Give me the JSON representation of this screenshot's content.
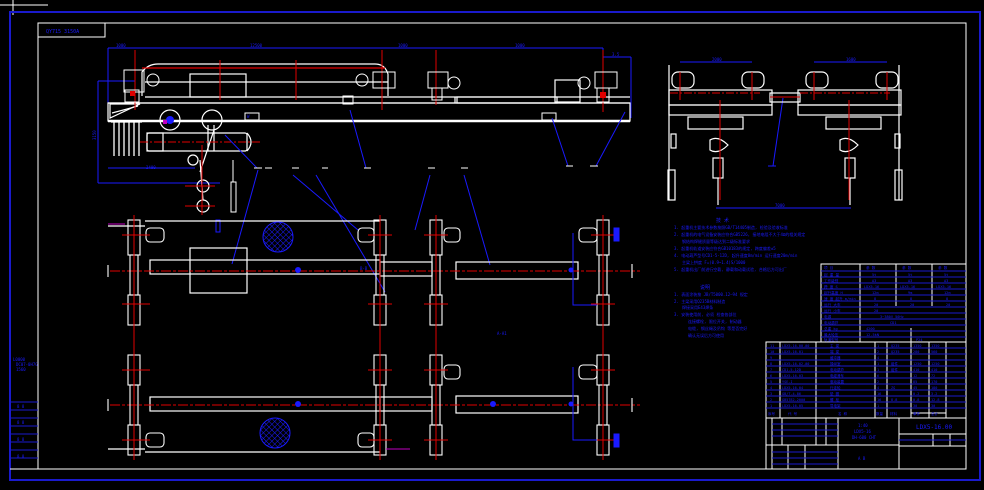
{
  "drawing": {
    "title_tag": "QY715 3150A",
    "drawing_number": "LDX5-16.00",
    "scale_block": [
      "1:40",
      "LDX5-16",
      "DH-600 CHT"
    ],
    "sheet_label": "A    B",
    "left_margin_note": [
      "L0000",
      "DC07-0H7G",
      "1560"
    ],
    "left_margin_rows": [
      "8   8",
      "8   8",
      "8   8",
      "8   8"
    ]
  },
  "dimensions": {
    "elevation_top": [
      "1000",
      "12500",
      "1000",
      "1000",
      "3.5"
    ],
    "elevation_left_vertical": "3150",
    "elevation_bottom_left": "2400",
    "end_view_left_span": "2000",
    "end_view_right_span": "1600",
    "end_view_bottom": "7000",
    "plan_label": "A-A1",
    "plan_marker": "B-B"
  },
  "balloons": {
    "elevation": [
      "1",
      "2",
      "3",
      "4",
      "5",
      "6",
      "7",
      "8",
      "9",
      "10"
    ]
  },
  "notes": {
    "heading": "技 术",
    "items": [
      "1. 起重机主要技术参数按照GB/T14405制造, 检验及验收标准",
      "2. 起重机的电气设备安装应符合GB5226, 接地电阻不大于4Ω的相关规定",
      "   钢结构焊缝质量等级达到二级标准要求",
      "3. 起重机轨道安装应符合GB10183的规定, 跨度偏差±5",
      "4. 电动葫芦型号CD1-5-12D, 起升速度8m/min 运行速度20m/min",
      "   主梁上拱度 F=(0.9~1.4)S/1000",
      "5. 起重机出厂前进行空载, 静载和动载试验, 合格后方可出厂"
    ],
    "heading2": "说明",
    "items2": [
      "1. 表面涂装按 JB/T5000.12—94 规定",
      "2. 主梁采用Q235B材料制造",
      "   焊接采用E43焊条",
      "3. 安装使用前, 必须 检查各部位",
      "   连接螺栓, 限位开关, 制动器",
      "   电缆, 钢丝绳及吊钩 等是否完好",
      "   确认无误后方可使用"
    ]
  },
  "parameter_table": {
    "headers": [
      "项 目",
      "参 数",
      "参 数",
      "参 数"
    ],
    "rows": [
      [
        "起 重 量",
        "5t",
        "5t",
        "5t"
      ],
      [
        "工作级别",
        "A3",
        "A3",
        "A3"
      ],
      [
        "跨 度 S",
        "LDX5-16",
        "LDX5-16",
        "LDX5-16"
      ],
      [
        "起升高度 H",
        "12m",
        "9m",
        "12m"
      ],
      [
        "速 度 起升 m/min",
        "8",
        "8",
        "8"
      ],
      [
        "运行 大车",
        "20",
        "20",
        "20"
      ],
      [
        "运行 小车",
        "20",
        "20",
        "20"
      ],
      [
        "电源",
        "3~380V 50Hz",
        "",
        ""
      ],
      [
        "电动葫芦",
        "CD1",
        "",
        ""
      ],
      [
        "总重 kg",
        "4200",
        "",
        ""
      ],
      [
        "最大轮压",
        "12.5kN",
        "",
        ""
      ],
      [
        "轨道型号",
        "P24",
        "",
        ""
      ]
    ]
  },
  "bom": {
    "rows": [
      [
        "11",
        "LDX5-16.00.00",
        "主 梁",
        "1",
        "Q235",
        "1350",
        "1350"
      ],
      [
        "10",
        "LDX5-16.01",
        "端 梁",
        "2",
        "Q235",
        "280",
        "560"
      ],
      [
        "9",
        "",
        "缓冲器",
        "4",
        "",
        "",
        ""
      ],
      [
        "8",
        "LDX5-16.02.00",
        "操纵室",
        "1",
        "组件",
        "1250",
        "1250"
      ],
      [
        "7",
        "CD1-5-12D",
        "电动葫芦",
        "1",
        "组件",
        "410",
        "410"
      ],
      [
        "6",
        "LDX5-16.03",
        "电缆滑车",
        "6",
        "",
        "12",
        "72"
      ],
      [
        "5",
        "YSE-I",
        "驱动装置",
        "2",
        "",
        "85",
        "170"
      ],
      [
        "4",
        "LDX5-16.04",
        "行走轮",
        "4",
        "ZG",
        "45",
        "180"
      ],
      [
        "3",
        "GB/T-4-86",
        "垫 圈",
        "16",
        "",
        "0.2",
        "3.2"
      ],
      [
        "2",
        "GB5782-2000",
        "螺 栓",
        "16",
        "8.8",
        "0.8",
        "12.8"
      ],
      [
        "1",
        "LDX5-16.05",
        "导电架",
        "1",
        "",
        "30",
        "30"
      ]
    ],
    "header": [
      "序号",
      "代 号",
      "名 称",
      "数量",
      "材料",
      "单件",
      "总计"
    ]
  },
  "colors": {
    "background": "#000000",
    "geometry": "#ffffff",
    "centerline": "#e00000",
    "annotation": "#1a1aff",
    "frame": "#1a1acc",
    "accent_magenta": "#c000c0"
  }
}
